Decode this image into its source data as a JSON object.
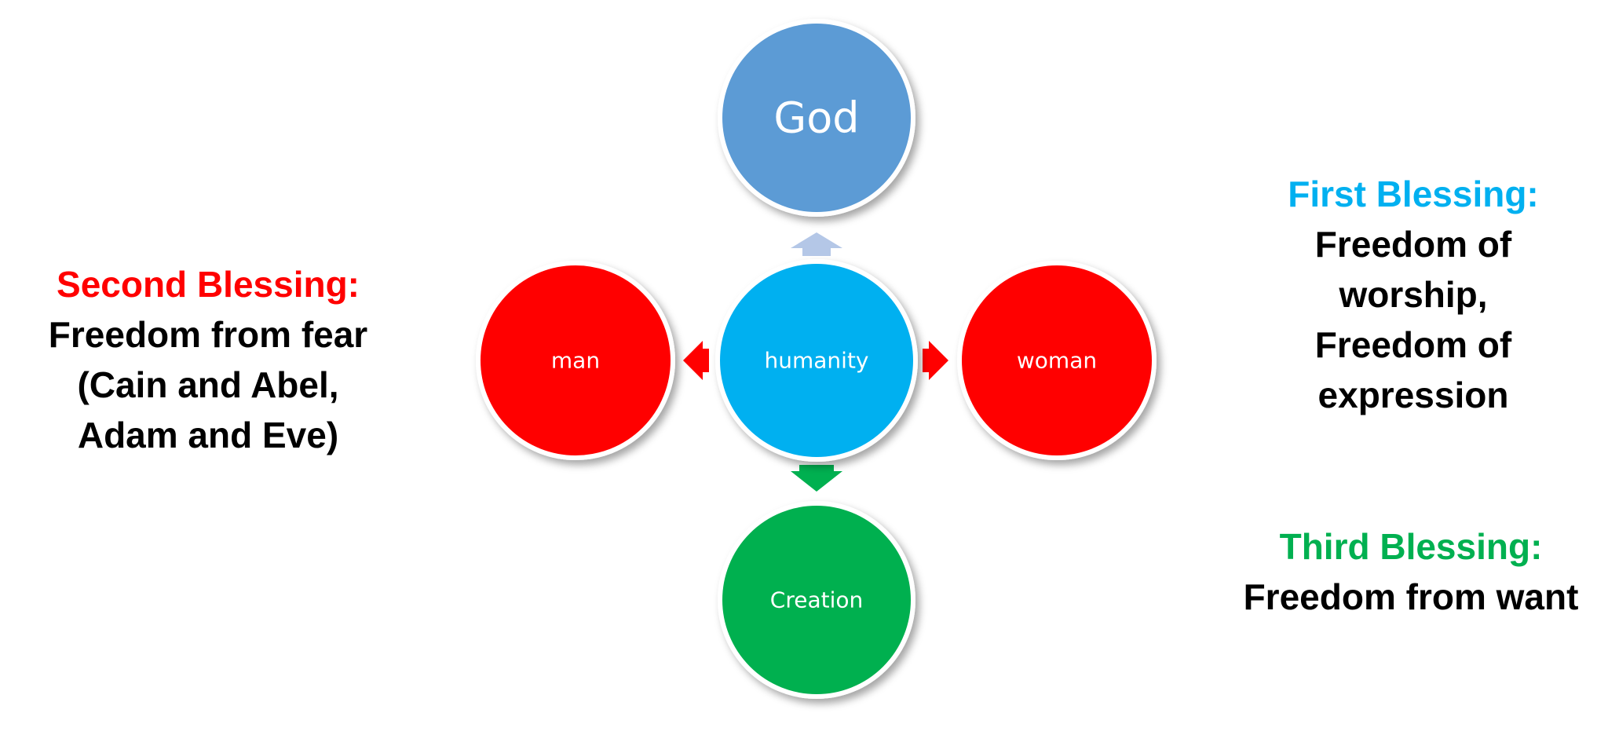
{
  "diagram": {
    "nodes": {
      "god": {
        "label": "God",
        "color": "#5b9bd5"
      },
      "humanity": {
        "label": "humanity",
        "color": "#00b0f0"
      },
      "man": {
        "label": "man",
        "color": "#ff0000"
      },
      "woman": {
        "label": "woman",
        "color": "#ff0000"
      },
      "creation": {
        "label": "Creation",
        "color": "#00b050"
      }
    },
    "arrows": {
      "to_god": {
        "color": "#b4c7e7"
      },
      "to_man": {
        "color": "#ff0000"
      },
      "to_woman": {
        "color": "#ff0000"
      },
      "to_creation": {
        "color": "#00b050"
      }
    }
  },
  "second_blessing": {
    "heading": "Second Blessing:",
    "heading_color": "#ff0000",
    "lines": [
      "Freedom from fear",
      "(Cain and Abel,",
      "Adam and Eve)"
    ]
  },
  "first_blessing": {
    "heading": "First Blessing:",
    "heading_color": "#00b0f0",
    "lines": [
      "Freedom of",
      "worship,",
      "Freedom of",
      "expression"
    ]
  },
  "third_blessing": {
    "heading": "Third Blessing:",
    "heading_color": "#00b050",
    "lines": [
      "Freedom from want"
    ]
  }
}
